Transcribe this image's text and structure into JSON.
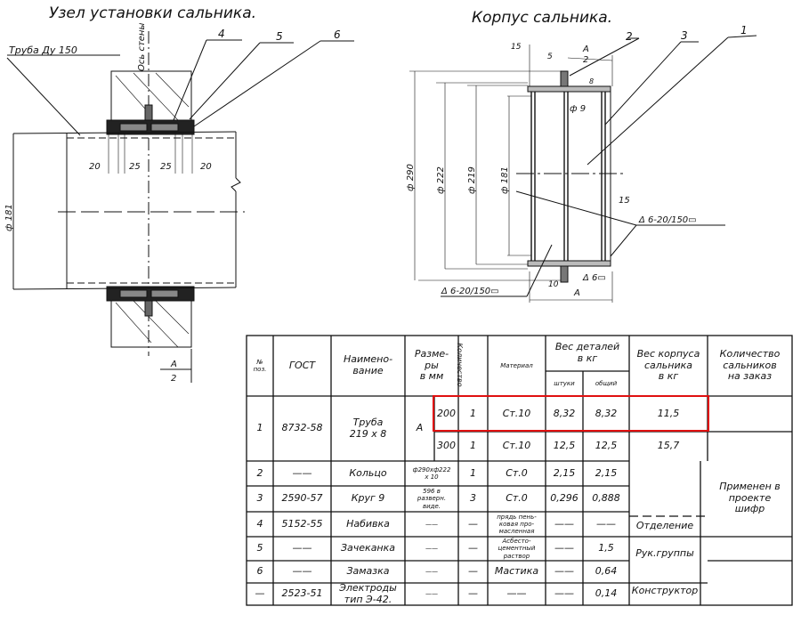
{
  "left_drawing": {
    "title": "Узел установки сальника.",
    "pipe_label": "Труба Ду 150",
    "wall_axis": "Ось стены",
    "callouts": [
      "4",
      "5",
      "6"
    ],
    "dims": [
      "20",
      "25",
      "25",
      "20"
    ],
    "diameter": "ф 181",
    "section_mark": "А",
    "section_mark_sub": "2"
  },
  "right_drawing": {
    "title": "Корпус сальника.",
    "callouts": [
      "2",
      "3",
      "1"
    ],
    "dims": {
      "d290": "ф 290",
      "d222": "ф 222",
      "d219": "ф 219",
      "d181": "ф 181",
      "d9": "ф 9",
      "w15top": "15",
      "w15": "15",
      "w5": "5",
      "w8": "8",
      "w10": "10",
      "a_top": "А",
      "a_top_sub": "2",
      "a_bottom": "А"
    },
    "welds": [
      "Δ 6-20/150▭",
      "Δ 6-20/150▭",
      "Δ 6▭"
    ]
  },
  "table": {
    "headers": {
      "pos": "№\nпоз.",
      "gost": "ГОСТ",
      "name": "Наимено-\nвание",
      "size": "Разме-\nры\nв мм",
      "qty": "Количество",
      "material": "Материал",
      "weight": "Вес деталей\nв кг",
      "weight_unit": "штуки",
      "weight_total": "общий",
      "body_weight": "Вес корпуса\nсальника\nв кг",
      "order_qty": "Количество\nсальников\nна заказ"
    },
    "rows": [
      {
        "pos": "1",
        "gost": "8732-58",
        "name": "Труба\n219 x 8",
        "size_mark": "А",
        "size": "200",
        "qty": "1",
        "material": "Ст.10",
        "unit": "8,32",
        "total": "8,32",
        "body": "11,5"
      },
      {
        "pos": "",
        "gost": "",
        "name": "",
        "size_mark": "",
        "size": "300",
        "qty": "1",
        "material": "Ст.10",
        "unit": "12,5",
        "total": "12,5",
        "body": "15,7"
      },
      {
        "pos": "2",
        "gost": "——",
        "name": "Кольцо",
        "size": "ф290xф222\nx 10",
        "qty": "1",
        "material": "Ст.0",
        "unit": "2,15",
        "total": "2,15"
      },
      {
        "pos": "3",
        "gost": "2590-57",
        "name": "Круг 9",
        "size": "596 в\nразверн.\nвиде.",
        "qty": "3",
        "material": "Ст.0",
        "unit": "0,296",
        "total": "0,888"
      },
      {
        "pos": "4",
        "gost": "5152-55",
        "name": "Набивка",
        "size": "——",
        "qty": "—",
        "material": "прядь пень-\nковая про-\nмасленная",
        "unit": "——",
        "total": "——"
      },
      {
        "pos": "5",
        "gost": "——",
        "name": "Зачеканка",
        "size": "——",
        "qty": "—",
        "material": "Асбесто-\nцементный\nраствор",
        "unit": "——",
        "total": "1,5"
      },
      {
        "pos": "6",
        "gost": "——",
        "name": "Замазка",
        "size": "——",
        "qty": "—",
        "material": "Мастика",
        "unit": "——",
        "total": "0,64"
      },
      {
        "pos": "—",
        "gost": "2523-51",
        "name": "Электроды\nтип Э-42.",
        "size": "——",
        "qty": "—",
        "material": "——",
        "unit": "——",
        "total": "0,14"
      }
    ],
    "stamp": {
      "applied": "Применен в\nпроекте\nшифр",
      "department": "Отделение",
      "group_head": "Рук.группы",
      "designer": "Конструктор"
    },
    "highlight_color": "#e01010"
  }
}
